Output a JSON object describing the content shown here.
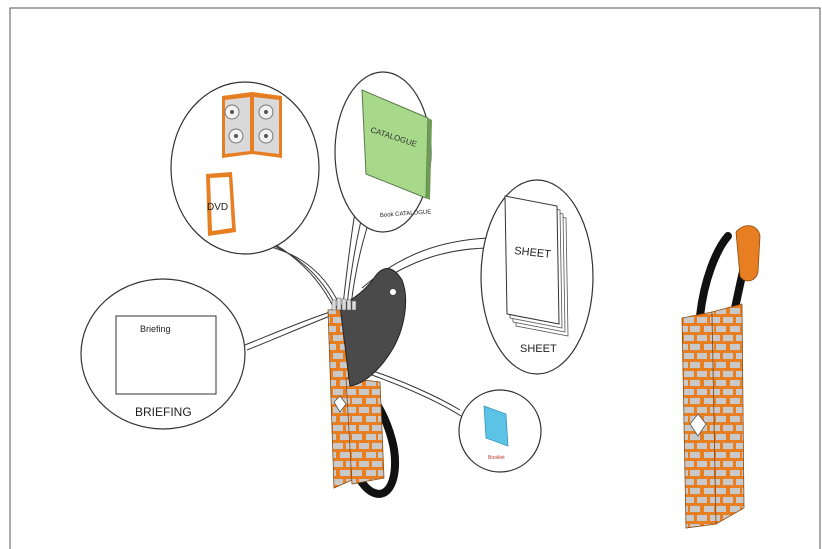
{
  "bubbles": {
    "media": {
      "dvd_label": "DVD"
    },
    "catalogue": {
      "cover_text": "CATALOGUE",
      "caption": "Book CATALOGUE"
    },
    "sheet": {
      "cover_text": "SHEET",
      "caption": "SHEET"
    },
    "briefing": {
      "paper_text": "Briefing",
      "caption": "BRIEFING"
    },
    "booklet": {
      "caption": "Booklet"
    }
  },
  "colors": {
    "bag_orange": "#E87E22",
    "bag_panel": "#C9C9C9",
    "flap": "#4A4A4A",
    "strap": "#111111",
    "catalogue_green": "#A8D88A",
    "booklet_blue": "#5CC3E6",
    "dvd_orange": "#E87E22",
    "frame_line": "#555555"
  }
}
